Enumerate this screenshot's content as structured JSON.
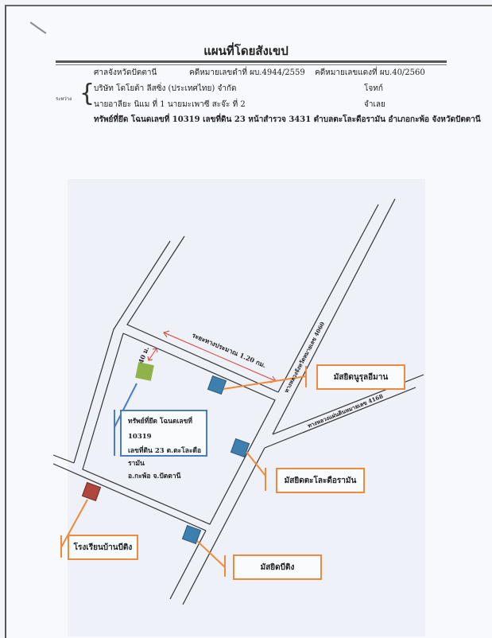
{
  "header": {
    "title": "แผนที่โดยสังเขป",
    "court": "ศาลจังหวัดปัตตานี",
    "black_case": "คดีหมายเลขดำที่ ผบ.4944/2559",
    "red_case": "คดีหมายเลขแดงที่ ผบ.40/2560",
    "between_label": "ระหว่าง",
    "plaintiff": "บริษัท โตโยต้า ลีสซิ่ง (ประเทศไทย) จำกัด",
    "plaintiff_role": "โจทก์",
    "defendants": "นายอาลียะ นิแม ที่ 1  นายมะเพาซี สะจ๊ะ  ที่ 2",
    "defendant_role": "จำเลย",
    "seized_property": "ทรัพย์ที่ยึด  โฉนดเลขที่ 10319 เลขที่ดิน 23  หน้าสำรวจ 3431 ตำบลตะโละดือรามัน อำเภอกะพ้อ จังหวัดปัตตานี"
  },
  "map": {
    "distance_label": "ระยะทางประมาณ  1.20 กม.",
    "offset_label": "40 ม.",
    "highway_4060": "ทางหลวงจังหวัดหมายเลข 4060",
    "highway_4168": "ทางหลวงแผ่นดินหมายเลข 4168",
    "property_box": [
      "ทรัพย์ที่ยึด โฉนดเลขที่  10319",
      "เลขที่ดิน 23 ต.ตะโละดือรามัน",
      "อ.กะพ้อ  จ.ปัตตานี"
    ],
    "landmarks": {
      "mosque_1": "มัสยิดนูรุลอีมาน",
      "mosque_2": "มัสยิดตะโละดือรามัน",
      "mosque_3": "มัสยิดบีติง",
      "school": "โรงเรียนบ้านบีติง"
    },
    "colors": {
      "property": "#8fb34a",
      "mosque": "#3d7fae",
      "school": "#b0473d",
      "callout": "#ee8a3c",
      "property_callout": "#4a7cc6",
      "distance_arrow": "#d9402f"
    }
  }
}
